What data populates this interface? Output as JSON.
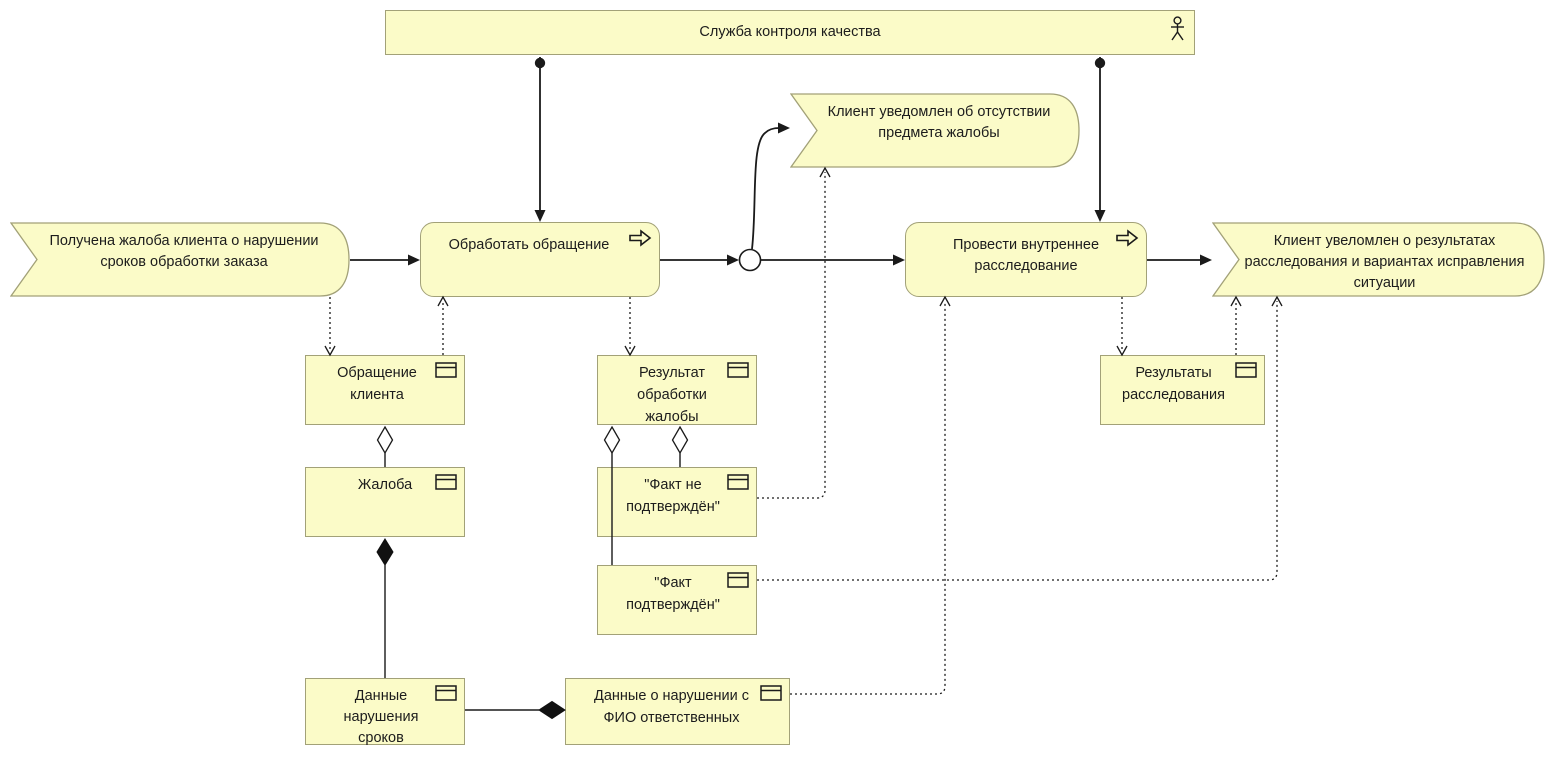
{
  "diagram_title": "Quality control complaint handling process diagram",
  "colors": {
    "element_fill": "#fbfbc8",
    "element_border": "#a2a178",
    "connector": "#1a1a1a",
    "background": "#ffffff"
  },
  "icons": {
    "actor": "business-actor-icon",
    "process": "process-arrow-icon",
    "object": "business-object-icon",
    "junction": "junction-circle"
  },
  "nodes": {
    "actor": {
      "label": "Служба контроля качества",
      "type": "business-actor"
    },
    "event_start": {
      "label": "Получена жалоба клиента о нарушении сроков обработки заказа",
      "type": "business-event"
    },
    "process_handle": {
      "label": "Обработать обращение",
      "type": "business-process"
    },
    "event_no_subject": {
      "label": "Клиент уведомлен об отсутствии предмета жалобы",
      "type": "business-event"
    },
    "process_investigate": {
      "label": "Провести внутреннее расследование",
      "type": "business-process"
    },
    "event_result": {
      "label": "Клиент увеломлен о результатах расследования и вариантах исправления ситуации",
      "type": "business-event"
    },
    "object_request": {
      "label": "Обращение клиента",
      "type": "business-object"
    },
    "object_complaint": {
      "label": "Жалоба",
      "type": "business-object"
    },
    "object_result": {
      "label": "Результат обработки жалобы",
      "type": "business-object"
    },
    "object_fact_not_confirmed": {
      "label": "\"Факт не подтверждён\"",
      "type": "business-object"
    },
    "object_fact_confirmed": {
      "label": "\"Факт подтверждён\"",
      "type": "business-object"
    },
    "object_investigation_results": {
      "label": "Результаты расследования",
      "type": "business-object"
    },
    "object_violation_data": {
      "label": "Данные нарушения сроков",
      "type": "business-object"
    },
    "object_violation_fio": {
      "label": "Данные о нарушении с ФИО ответственных",
      "type": "business-object"
    }
  }
}
